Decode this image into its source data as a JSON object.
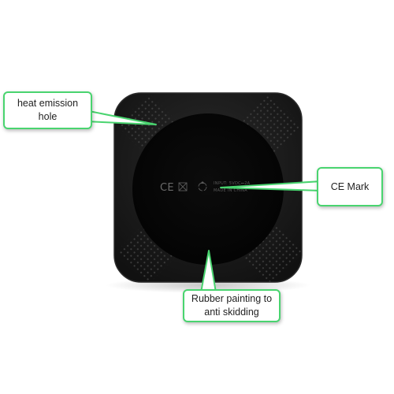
{
  "callouts": {
    "heat_emission": "heat emission\nhole",
    "ce_mark": "CE Mark",
    "rubber_painting": "Rubber painting to\nanti skidding"
  },
  "device": {
    "ce_symbol": "CE",
    "input_label": "INPUT: 5VDC⎓2A",
    "origin_label": "MADE IN CHINA"
  },
  "colors": {
    "callout_border": "#49d46f",
    "device_body": "#161616",
    "device_disc": "#050505"
  },
  "icons": [
    "ce-mark-icon",
    "do-not-disturb-icon",
    "recycle-icon"
  ]
}
